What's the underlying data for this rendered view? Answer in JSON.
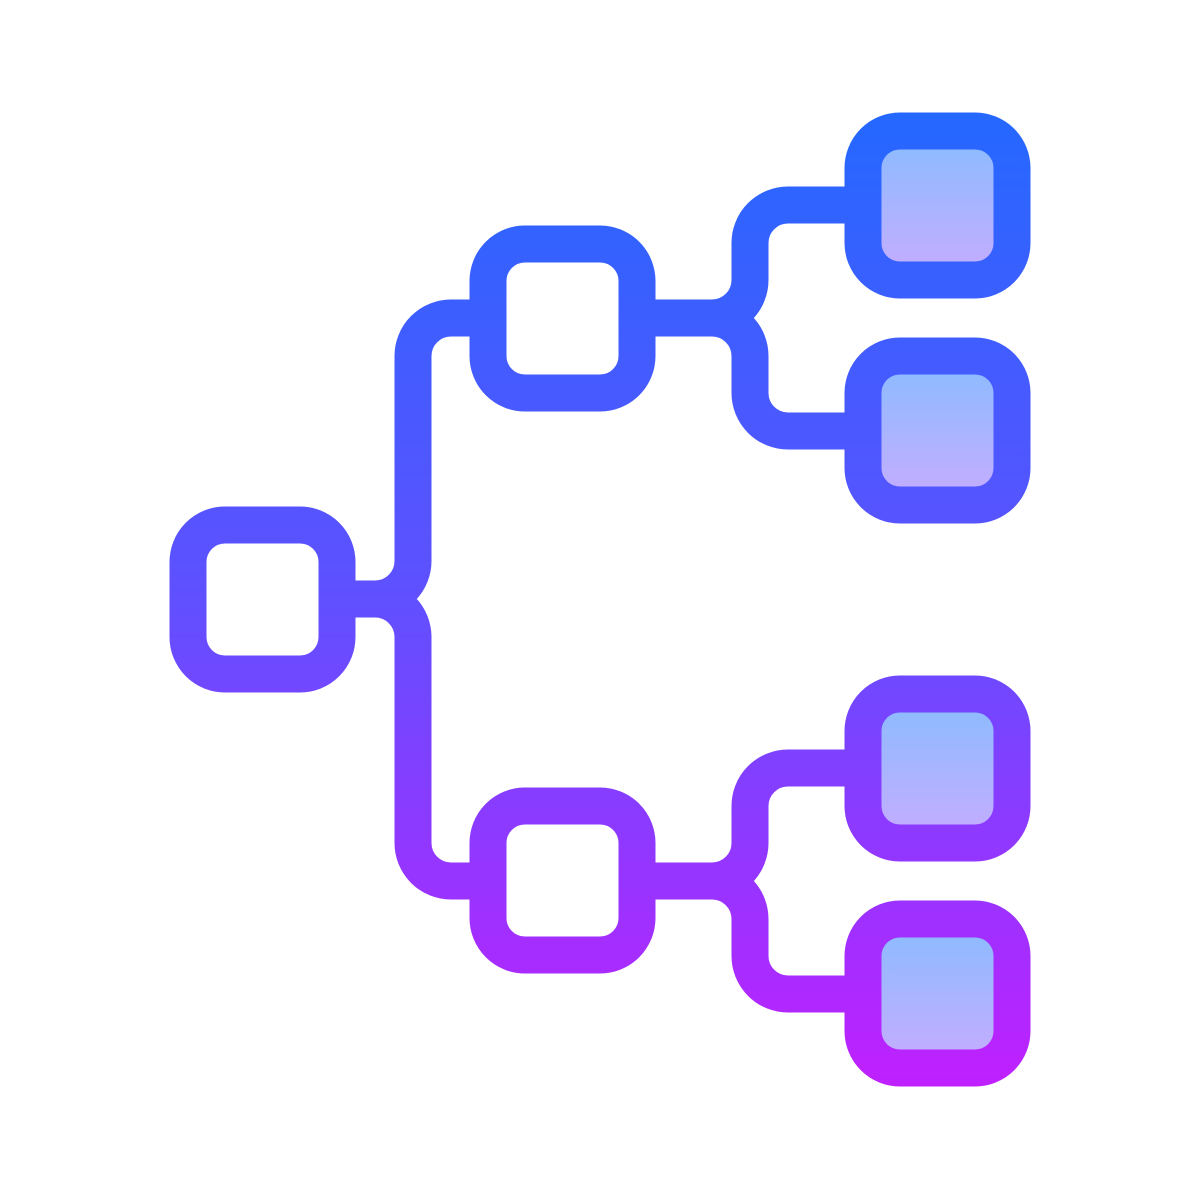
{
  "icon": {
    "name": "hierarchy-tree-icon",
    "levels": [
      {
        "level": "root",
        "node_count": 1,
        "filled": false
      },
      {
        "level": "branch",
        "node_count": 2,
        "filled": false
      },
      {
        "level": "leaf",
        "node_count": 4,
        "filled": true
      }
    ]
  },
  "colors": {
    "stroke_top": "#2468ff",
    "stroke_mid": "#6050ff",
    "stroke_bottom": "#c020ff",
    "fill_top": "#88bcff",
    "fill_bottom": "#c8acff",
    "background": "#ffffff"
  }
}
